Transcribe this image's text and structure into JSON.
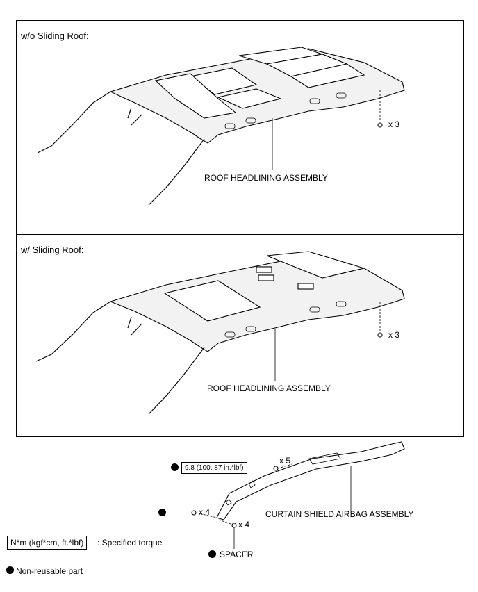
{
  "panels": [
    {
      "title": "w/o Sliding Roof:",
      "part_label": "ROOF HEADLINING ASSEMBLY",
      "qty": "x 3"
    },
    {
      "title": "w/ Sliding Roof:",
      "part_label": "ROOF HEADLINING ASSEMBLY",
      "qty": "x 3"
    }
  ],
  "airbag": {
    "part_label": "CURTAIN SHIELD AIRBAG ASSEMBLY",
    "torque": "9.8 (100, 87 in.*lbf)",
    "qty_bolts": "x 5",
    "qty_nuts": "x 4",
    "qty_spacers": "x 4",
    "spacer_label": "SPACER"
  },
  "legend": {
    "torque_box": "N*m (kgf*cm, ft.*lbf)",
    "torque_desc": ": Specified torque",
    "nonreusable": "Non-reusable part"
  }
}
